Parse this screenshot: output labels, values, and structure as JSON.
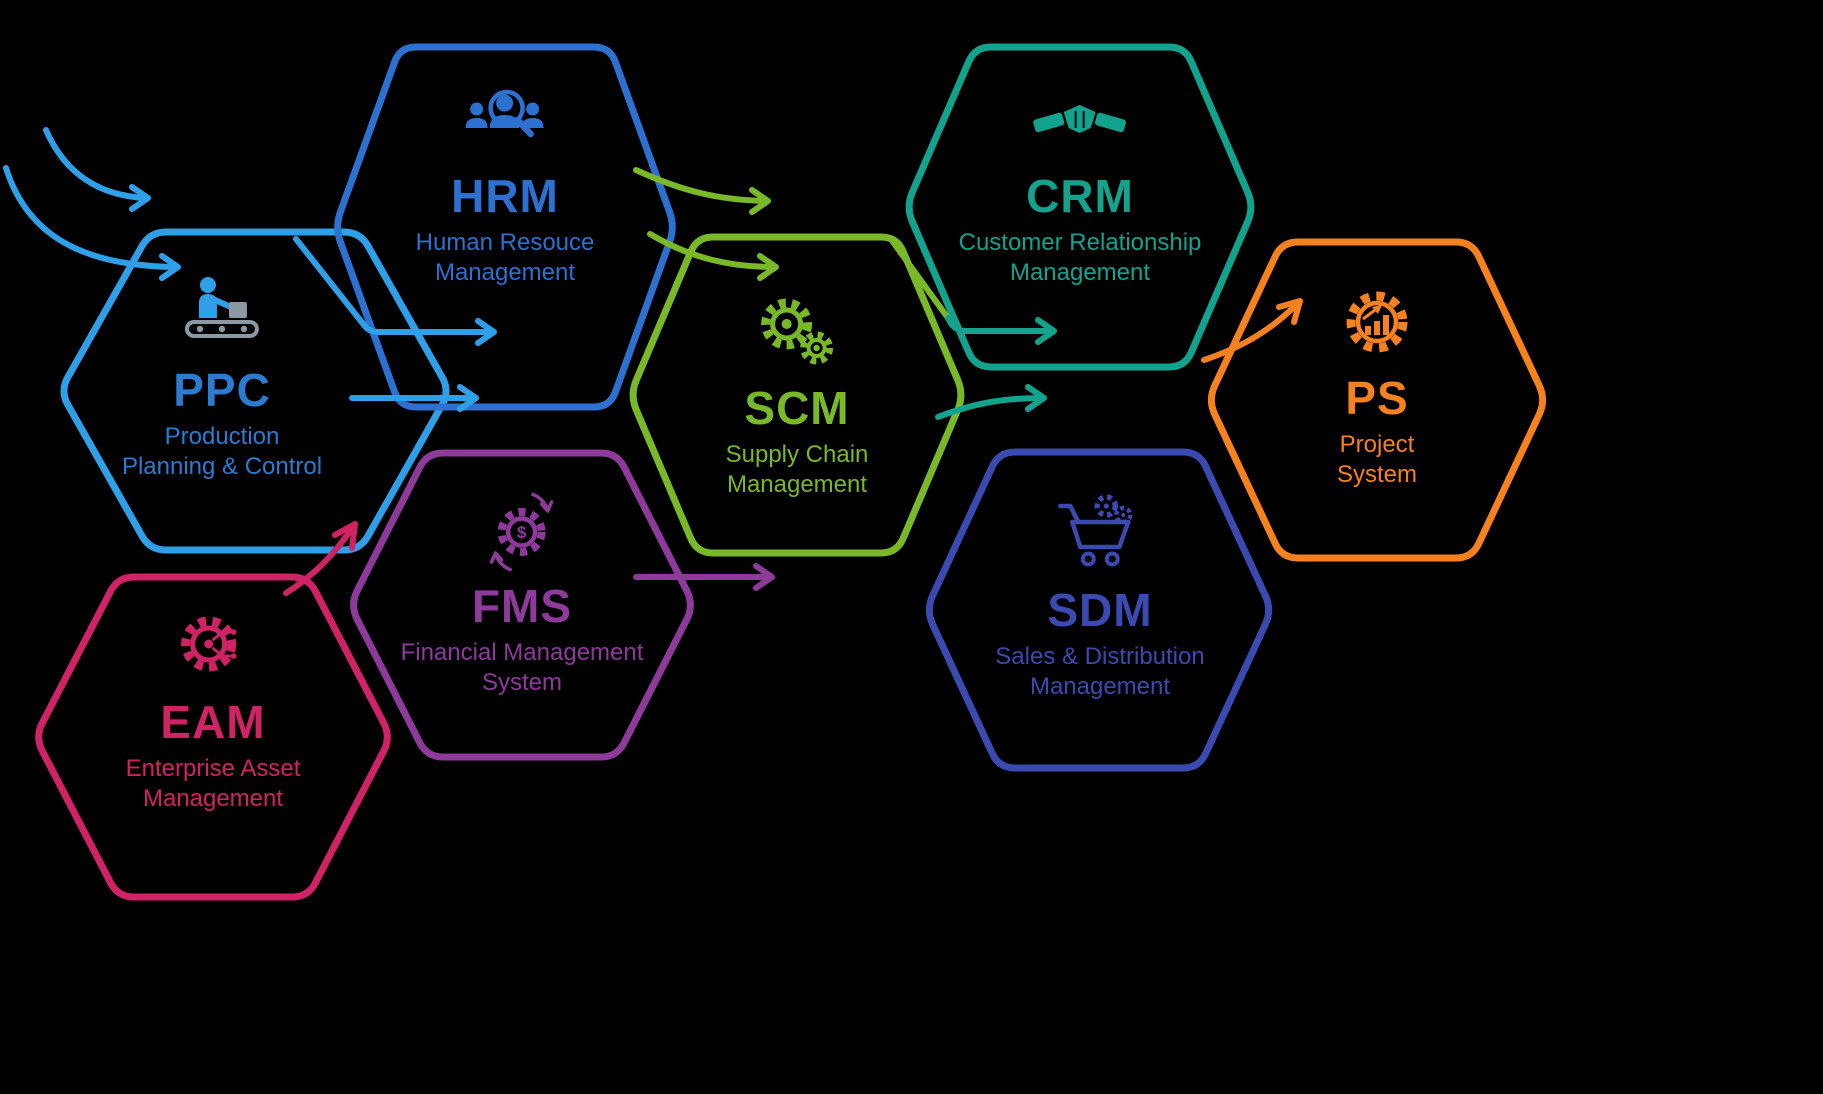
{
  "background": "#000000",
  "palette": {
    "gray": "#8d98a5"
  },
  "glyphs": {
    "dollar": "$"
  },
  "modules": [
    {
      "id": "ppc",
      "abbr": "PPC",
      "subtitle": "Production\nPlanning & Control",
      "color": "#2f9fe8",
      "text_color": "#2b7cd0",
      "icon": "worker-conveyor-icon"
    },
    {
      "id": "hrm",
      "abbr": "HRM",
      "subtitle": "Human Resouce\nManagement",
      "color": "#2c71cf",
      "text_color": "#2c71cf",
      "icon": "team-search-icon"
    },
    {
      "id": "eam",
      "abbr": "EAM",
      "subtitle": "Enterprise Asset\nManagement",
      "color": "#cf2366",
      "text_color": "#cf2366",
      "icon": "gear-circuit-icon"
    },
    {
      "id": "fms",
      "abbr": "FMS",
      "subtitle": "Financial Management\nSystem",
      "color": "#8e3a9b",
      "text_color": "#8e3a9b",
      "icon": "gear-dollar-cycle-icon"
    },
    {
      "id": "scm",
      "abbr": "SCM",
      "subtitle": "Supply Chain\nManagement",
      "color": "#79b829",
      "text_color": "#79b829",
      "icon": "gears-icon"
    },
    {
      "id": "crm",
      "abbr": "CRM",
      "subtitle": "Customer Relationship\nManagement",
      "color": "#12a28e",
      "text_color": "#12a28e",
      "icon": "handshake-icon"
    },
    {
      "id": "sdm",
      "abbr": "SDM",
      "subtitle": "Sales & Distribution\nManagement",
      "color": "#3a4ab0",
      "text_color": "#3a4ab0",
      "icon": "cart-gears-icon"
    },
    {
      "id": "ps",
      "abbr": "PS",
      "subtitle": "Project\nSystem",
      "color": "#f5821f",
      "text_color": "#f5821f",
      "icon": "gear-chart-icon"
    }
  ]
}
